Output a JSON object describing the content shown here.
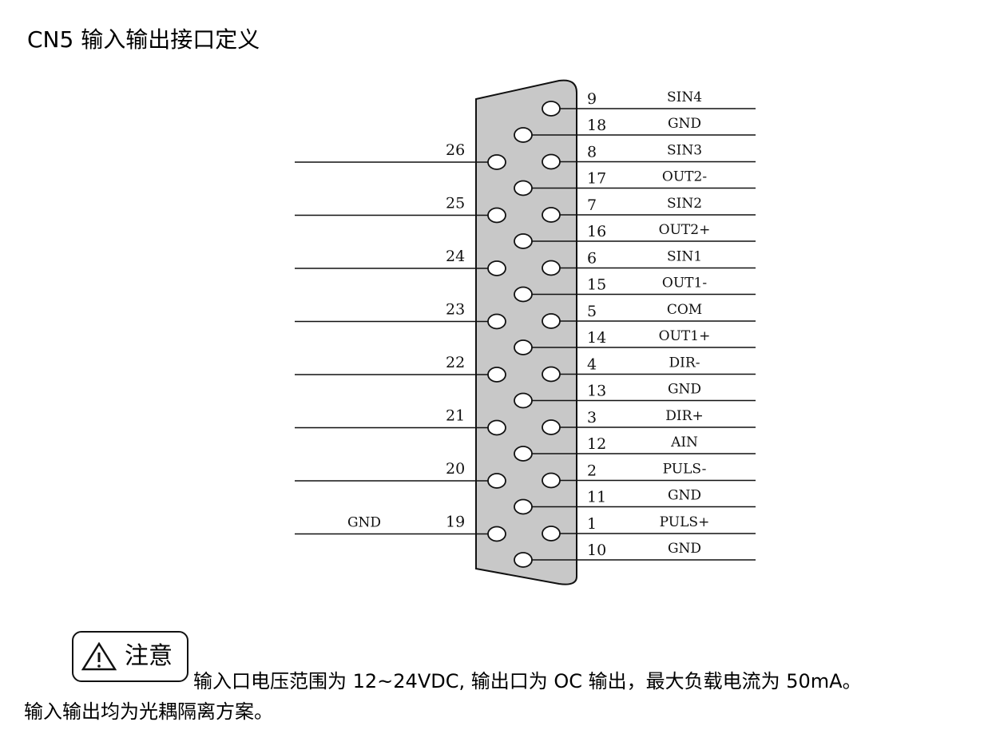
{
  "title": "CN5 输入输出接口定义",
  "connector": {
    "right_pins": [
      {
        "pin": "9",
        "signal": "SIN4"
      },
      {
        "pin": "18",
        "signal": "GND"
      },
      {
        "pin": "8",
        "signal": "SIN3"
      },
      {
        "pin": "17",
        "signal": "OUT2-"
      },
      {
        "pin": "7",
        "signal": "SIN2"
      },
      {
        "pin": "16",
        "signal": "OUT2+"
      },
      {
        "pin": "6",
        "signal": "SIN1"
      },
      {
        "pin": "15",
        "signal": "OUT1-"
      },
      {
        "pin": "5",
        "signal": "COM"
      },
      {
        "pin": "14",
        "signal": "OUT1+"
      },
      {
        "pin": "4",
        "signal": "DIR-"
      },
      {
        "pin": "13",
        "signal": "GND"
      },
      {
        "pin": "3",
        "signal": "DIR+"
      },
      {
        "pin": "12",
        "signal": "AIN"
      },
      {
        "pin": "2",
        "signal": "PULS-"
      },
      {
        "pin": "11",
        "signal": "GND"
      },
      {
        "pin": "1",
        "signal": "PULS+"
      },
      {
        "pin": "10",
        "signal": "GND"
      }
    ],
    "left_pins": [
      {
        "pin": "26",
        "signal": ""
      },
      {
        "pin": "25",
        "signal": ""
      },
      {
        "pin": "24",
        "signal": ""
      },
      {
        "pin": "23",
        "signal": ""
      },
      {
        "pin": "22",
        "signal": ""
      },
      {
        "pin": "21",
        "signal": ""
      },
      {
        "pin": "20",
        "signal": ""
      },
      {
        "pin": "19",
        "signal": "GND"
      }
    ]
  },
  "notice": {
    "label": "注意",
    "icon": "warning-triangle-icon",
    "line1": "输入口电压范围为 12~24VDC, 输出口为 OC 输出，最大负载电流为 50mA。",
    "line2": "输入输出均为光耦隔离方案。"
  }
}
